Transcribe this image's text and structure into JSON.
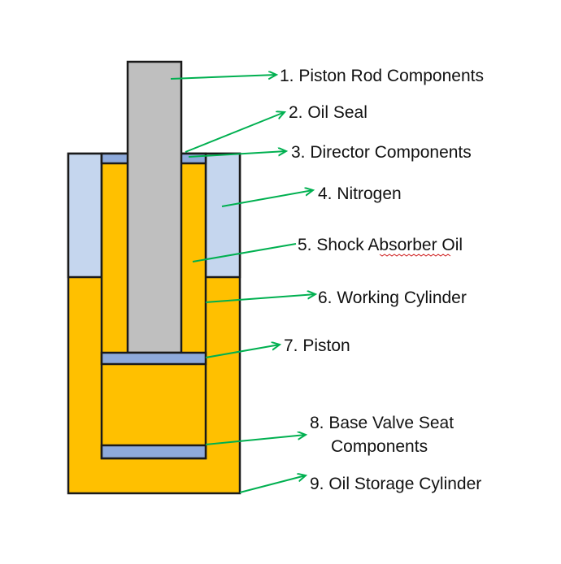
{
  "colors": {
    "oil": "#ffc000",
    "nitrogen": "#c5d6ee",
    "seal": "#8eaadb",
    "rod": "#bfbfbf",
    "outline": "#1a1a1a",
    "leader": "#00b050",
    "text": "#111111"
  },
  "labels": {
    "piston_rod": "1. Piston Rod Components",
    "oil_seal": "2. Oil Seal",
    "director": "3. Director Components",
    "nitrogen": "4. Nitrogen",
    "shock_oil": "5. Shock Absorber Oil",
    "working_cylinder": "6. Working Cylinder",
    "piston": "7. Piston",
    "base_valve_line1": "8. Base Valve Seat",
    "base_valve_line2": "Components",
    "oil_storage": "9. Oil Storage Cylinder"
  }
}
